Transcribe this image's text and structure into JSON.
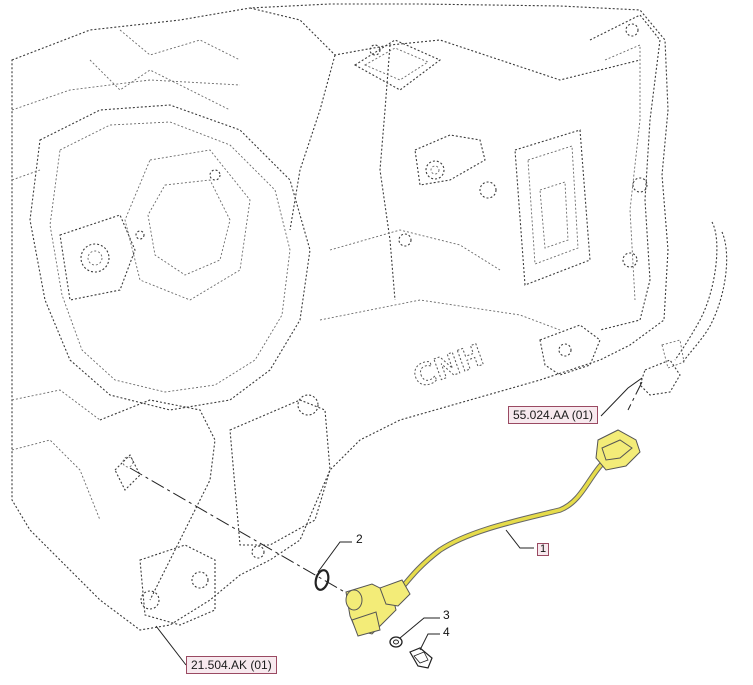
{
  "references": {
    "harness_ref": "55.024.AA (01)",
    "housing_ref": "21.504.AK (01)"
  },
  "callouts": {
    "sensor_harness": "1",
    "o_ring": "2",
    "washer": "3",
    "bolt": "4"
  },
  "logo": {
    "text": "CNH"
  },
  "colors": {
    "highlight_part": "#f3ec78",
    "reference_box": "#f7e9ee",
    "reference_border": "#9a4a62"
  }
}
